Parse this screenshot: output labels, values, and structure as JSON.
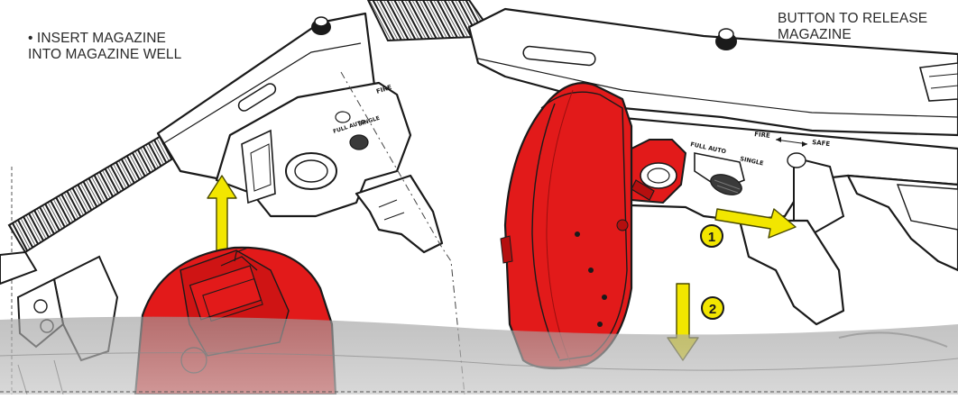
{
  "instructions": {
    "insert": {
      "line1": "• INSERT MAGAZINE",
      "line2": "INTO MAGAZINE WELL"
    },
    "release": {
      "line1": "BUTTON TO RELEASE",
      "line2": "MAGAZINE"
    }
  },
  "steps": [
    {
      "number": "1"
    },
    {
      "number": "2"
    }
  ],
  "receiver_markings": {
    "left": {
      "fire": "FIRE",
      "full_auto": "FULL AUTO",
      "single": "SINGLE"
    },
    "right": {
      "fire": "FIRE",
      "safe": "SAFE",
      "full_auto": "FULL AUTO",
      "single": "SINGLE"
    }
  },
  "colors": {
    "magazine_red": "#e21a1a",
    "arrow_yellow": "#f2e600",
    "outline": "#1a1a1a",
    "fade_gray": "#a8a8a8"
  },
  "icons": [
    "up-arrow-icon",
    "right-arrow-icon",
    "down-arrow-icon"
  ]
}
